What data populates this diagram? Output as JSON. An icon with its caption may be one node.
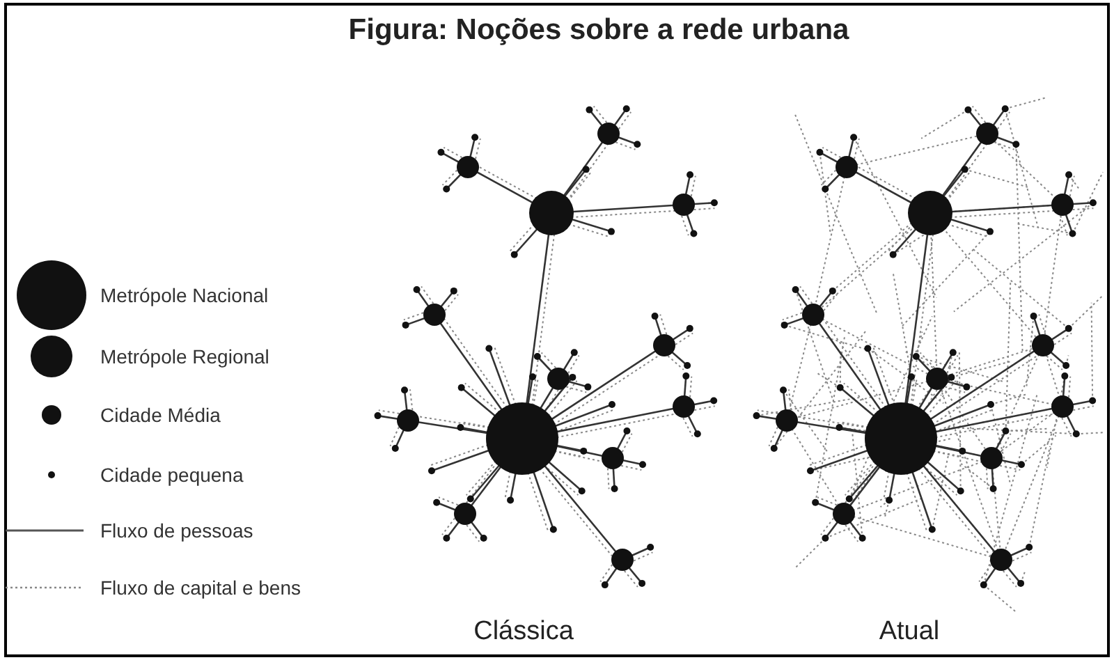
{
  "diagram": {
    "title": "Figura: Noções sobre a rede urbana",
    "labels": [
      "Clássica",
      "Atual"
    ],
    "legend": [
      {
        "text": "Metrópole Nacional"
      },
      {
        "text": "Metrópole Regional"
      },
      {
        "text": "Cidade Média"
      },
      {
        "text": "Cidade pequena"
      },
      {
        "text": "Fluxo de pessoas"
      },
      {
        "text": "Fluxo de capital e bens"
      }
    ]
  }
}
